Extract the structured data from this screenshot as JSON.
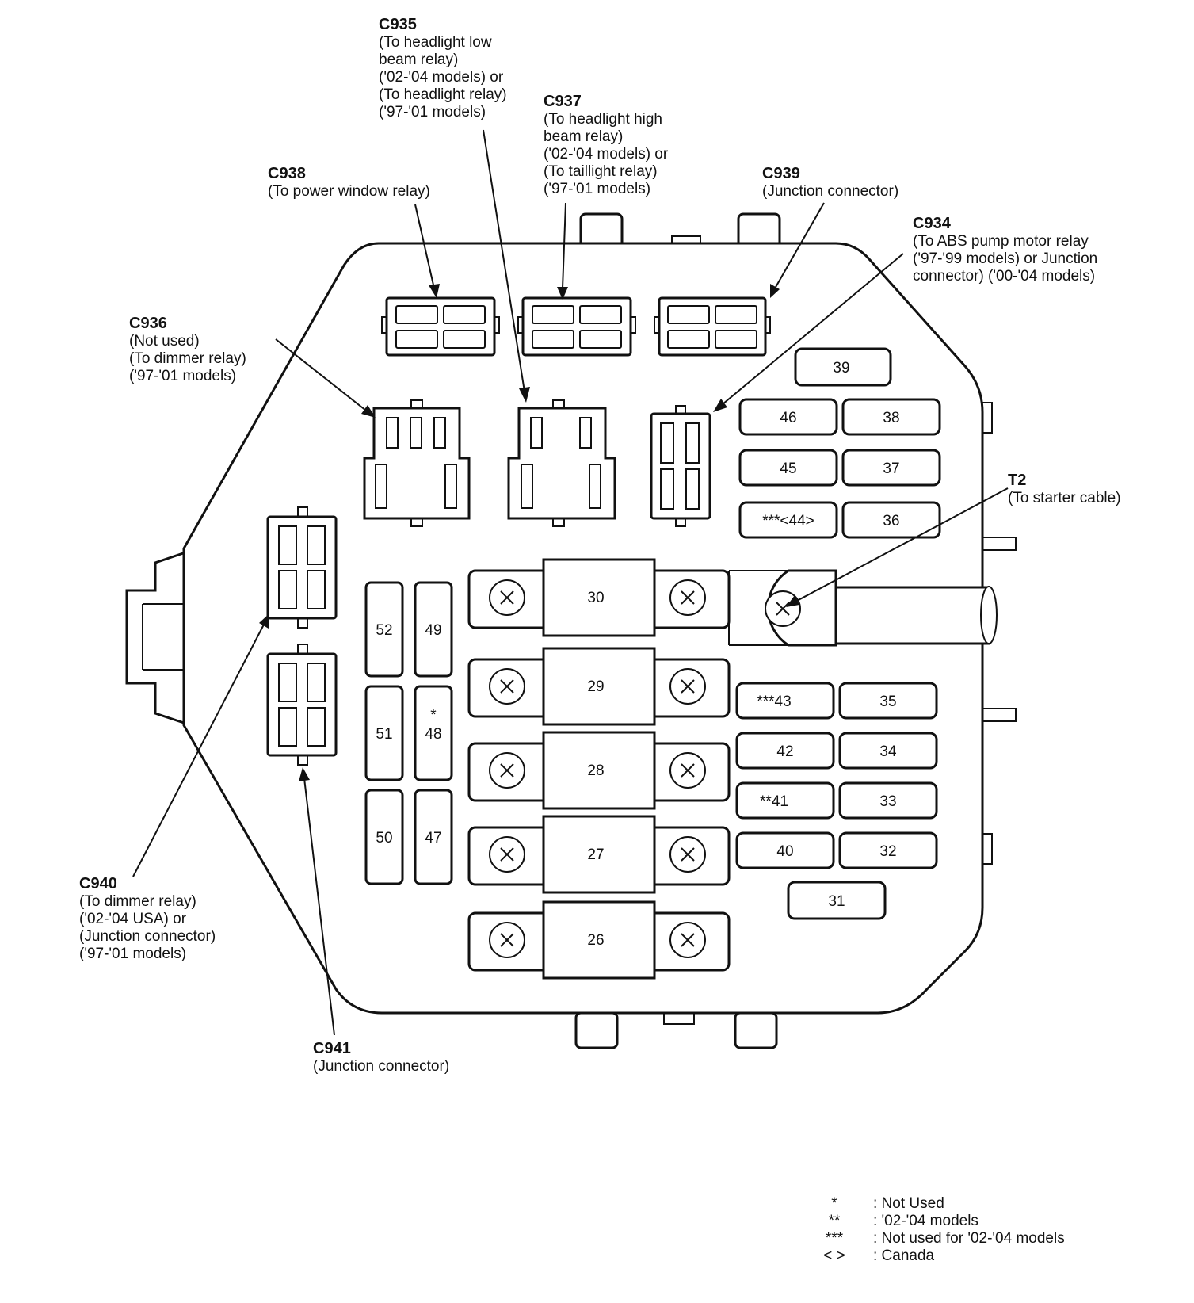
{
  "connectors": [
    {
      "id": "C935",
      "lines": [
        "(To headlight low",
        "beam relay)",
        "('02-'04 models) or",
        "(To headlight relay)",
        "('97-'01 models)"
      ]
    },
    {
      "id": "C937",
      "lines": [
        "(To headlight high",
        "beam relay)",
        "('02-'04 models) or",
        "(To taillight relay)",
        "('97-'01 models)"
      ]
    },
    {
      "id": "C938",
      "lines": [
        "(To power window relay)"
      ]
    },
    {
      "id": "C939",
      "lines": [
        "(Junction connector)"
      ]
    },
    {
      "id": "C934",
      "lines": [
        "(To ABS pump motor relay",
        "('97-'99 models) or Junction",
        "connector) ('00-'04 models)"
      ]
    },
    {
      "id": "C936",
      "lines": [
        "(Not used)",
        "(To dimmer relay)",
        "('97-'01 models)"
      ]
    },
    {
      "id": "T2",
      "lines": [
        "(To starter cable)"
      ]
    },
    {
      "id": "C940",
      "lines": [
        "(To dimmer relay)",
        "('02-'04 USA) or",
        "(Junction connector)",
        "('97-'01 models)"
      ]
    },
    {
      "id": "C941",
      "lines": [
        "(Junction connector)"
      ]
    }
  ],
  "fuses": {
    "f39": "39",
    "f46": "46",
    "f38": "38",
    "f45": "45",
    "f37": "37",
    "f44": "***<44>",
    "f36": "36",
    "f30": "30",
    "f29": "29",
    "f28": "28",
    "f27": "27",
    "f26": "26",
    "f52": "52",
    "f49": "49",
    "f51": "51",
    "f48_mark": "*",
    "f48": "48",
    "f50": "50",
    "f47": "47",
    "f43": "***43",
    "f35": "35",
    "f42": "42",
    "f34": "34",
    "f41": "**41",
    "f33": "33",
    "f40": "40",
    "f32": "32",
    "f31": "31"
  },
  "legend": [
    {
      "symbol": "*",
      "text": ": Not Used"
    },
    {
      "symbol": "**",
      "text": ": '02-'04 models"
    },
    {
      "symbol": "***",
      "text": ": Not used for '02-'04 models"
    },
    {
      "symbol": "< >",
      "text": ": Canada"
    }
  ]
}
